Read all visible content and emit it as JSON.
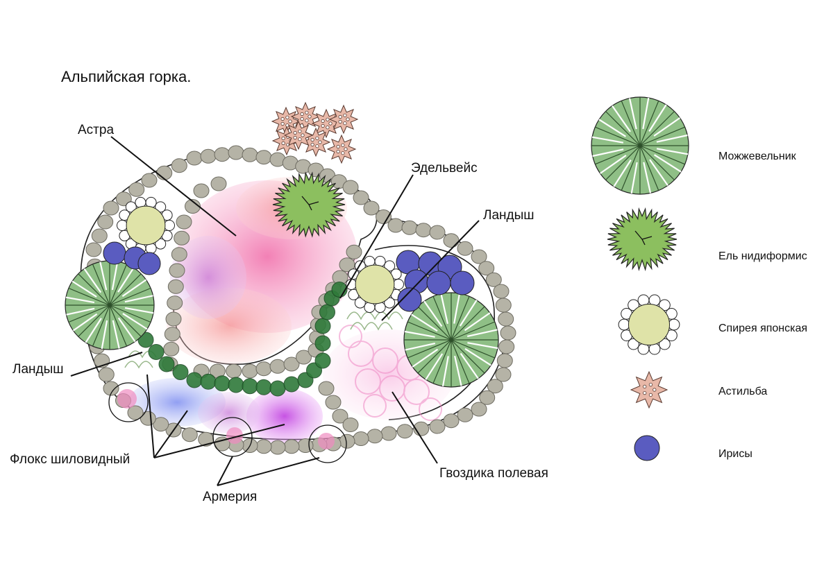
{
  "title": "Альпийская горка.",
  "callouts": {
    "astra": "Астра",
    "edelweiss": "Эдельвейс",
    "landysh_right": "Ландыш",
    "landysh_left": "Ландыш",
    "phlox": "Флокс шиловидный",
    "armeria": "Армерия",
    "gvozdika": "Гвоздика полевая"
  },
  "legend": [
    {
      "icon": "juniper-icon",
      "label": "Можжевельник"
    },
    {
      "icon": "spruce-nidiformis-icon",
      "label": "Ель нидиформис"
    },
    {
      "icon": "spiraea-icon",
      "label": "Спирея японская"
    },
    {
      "icon": "astilbe-icon",
      "label": "Астильба"
    },
    {
      "icon": "iris-icon",
      "label": "Ирисы"
    }
  ],
  "colors": {
    "stone": "#b5b3a6",
    "juniper": "#8fbf86",
    "spruce": "#7fb060",
    "spiraea": "#dfe3a8",
    "iris": "#5a5cc0",
    "astilbe": "#e8b8a8",
    "border_bead": "#2f7a3a",
    "aster": "#f7a8c8",
    "phlox": "#cc66dd"
  }
}
